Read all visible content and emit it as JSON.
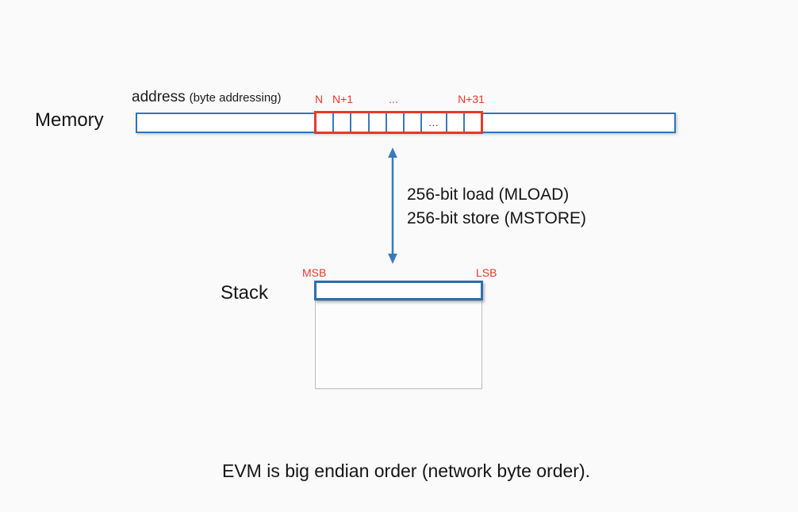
{
  "colors": {
    "background": "#fafafb",
    "blue_border": "#2e74b8",
    "blue_arrow": "#3a79be",
    "red": "#e63a29",
    "text": "#161616",
    "stack_body_border": "#bcbcbc"
  },
  "memory": {
    "label": "Memory",
    "address_label": "address",
    "address_note": "(byte addressing)",
    "cell_labels": {
      "n": "N",
      "n1": "N+1",
      "dots": "...",
      "n31": "N+31"
    },
    "ellipsis_cell": "..."
  },
  "operations": {
    "load": "256-bit load (MLOAD)",
    "store": "256-bit store (MSTORE)"
  },
  "stack": {
    "label": "Stack",
    "msb": "MSB",
    "lsb": "LSB"
  },
  "footer": "EVM is big endian order (network byte order)."
}
